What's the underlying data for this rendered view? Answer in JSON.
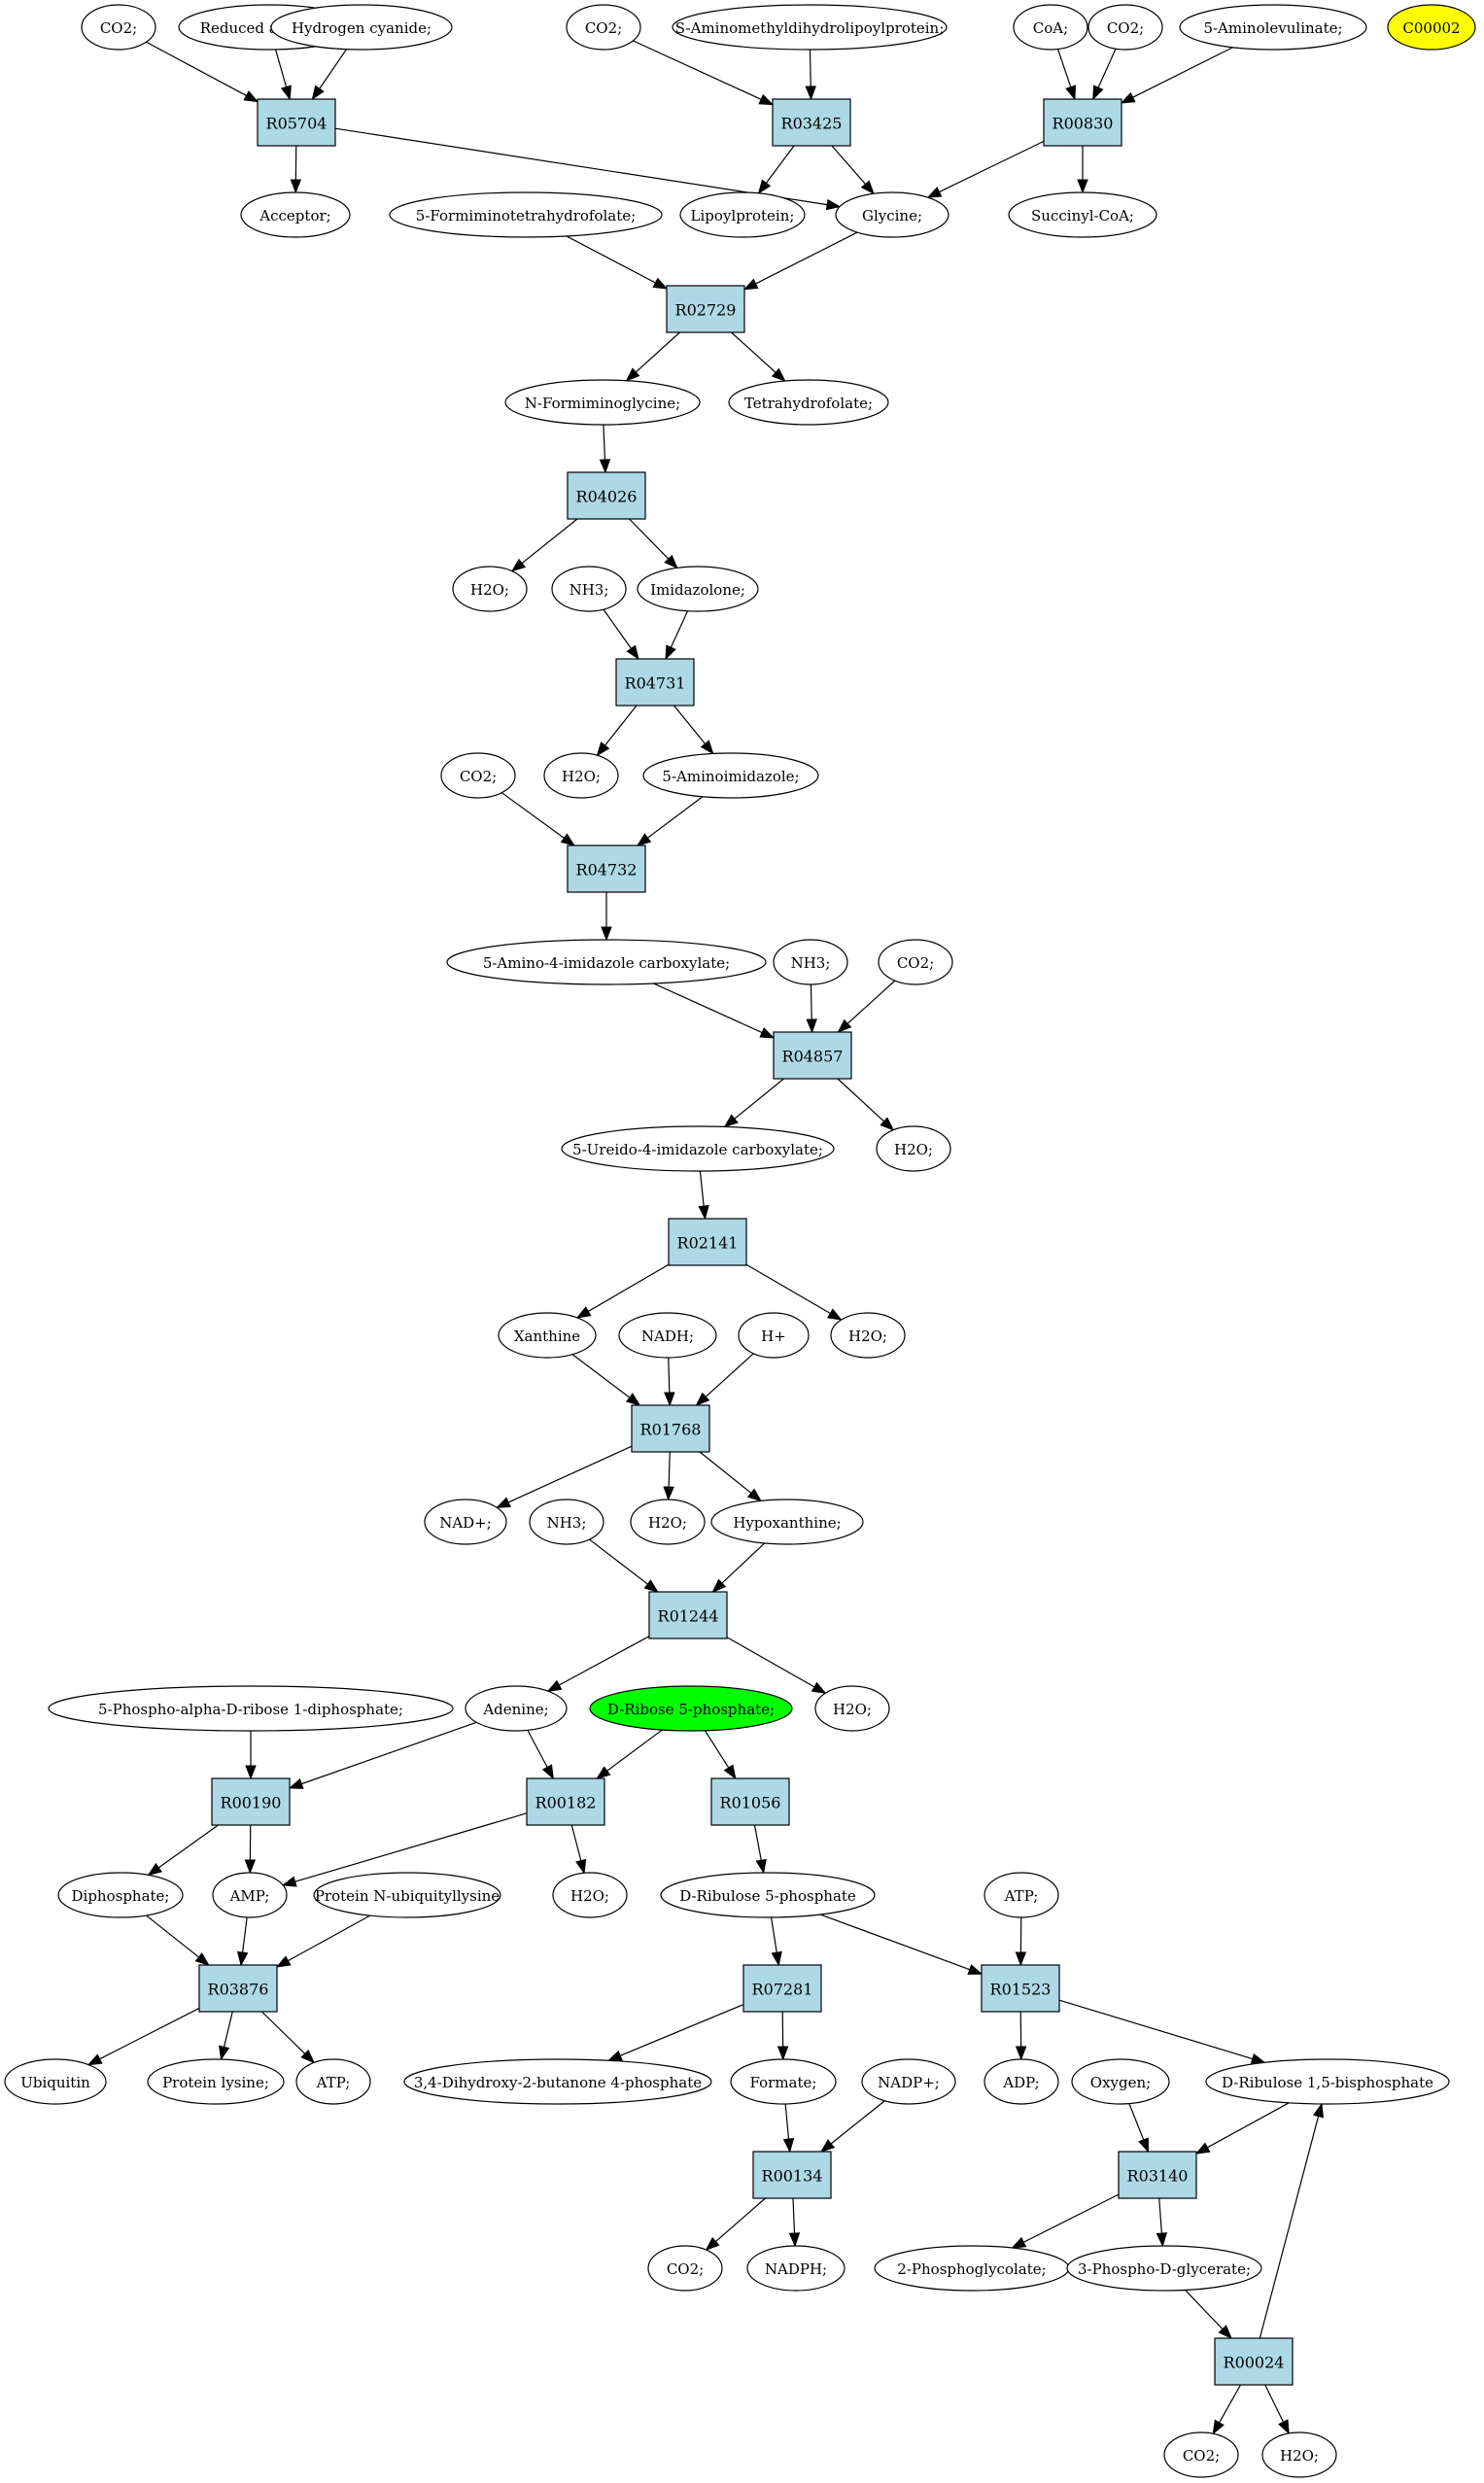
{
  "colors": {
    "reaction_fill": "#add8e6",
    "compound_fill": "#ffffff",
    "start_fill": "#00ff00",
    "orphan_fill": "#ffff00",
    "stroke": "#000000"
  },
  "compounds": [
    {
      "id": "co2_a",
      "label": "CO2;"
    },
    {
      "id": "red_acc",
      "label": "Reduced acceptor;"
    },
    {
      "id": "hcn",
      "label": "Hydrogen cyanide;"
    },
    {
      "id": "co2_b",
      "label": "CO2;"
    },
    {
      "id": "samdl",
      "label": "S-Aminomethyldihydrolipoylprotein;"
    },
    {
      "id": "coa",
      "label": "CoA;"
    },
    {
      "id": "co2_c",
      "label": "CO2;"
    },
    {
      "id": "ala",
      "label": "5-Aminolevulinate;"
    },
    {
      "id": "c00002",
      "label": "C00002",
      "style": "orphan"
    },
    {
      "id": "acceptor",
      "label": "Acceptor;"
    },
    {
      "id": "fthf",
      "label": "5-Formiminotetrahydrofolate;"
    },
    {
      "id": "lipoyl",
      "label": "Lipoylprotein;"
    },
    {
      "id": "glycine",
      "label": "Glycine;"
    },
    {
      "id": "succoa",
      "label": "Succinyl-CoA;"
    },
    {
      "id": "nfg",
      "label": "N-Formiminoglycine;"
    },
    {
      "id": "thf",
      "label": "Tetrahydrofolate;"
    },
    {
      "id": "h2o_a",
      "label": "H2O;"
    },
    {
      "id": "nh3_a",
      "label": "NH3;"
    },
    {
      "id": "imidazolone",
      "label": "Imidazolone;"
    },
    {
      "id": "h2o_b",
      "label": "H2O;"
    },
    {
      "id": "aminoimid",
      "label": "5-Aminoimidazole;"
    },
    {
      "id": "co2_d",
      "label": "CO2;"
    },
    {
      "id": "aic",
      "label": "5-Amino-4-imidazole carboxylate;"
    },
    {
      "id": "nh3_b",
      "label": "NH3;"
    },
    {
      "id": "co2_e",
      "label": "CO2;"
    },
    {
      "id": "uic",
      "label": "5-Ureido-4-imidazole carboxylate;"
    },
    {
      "id": "h2o_c",
      "label": "H2O;"
    },
    {
      "id": "xanthine",
      "label": "Xanthine"
    },
    {
      "id": "nadh",
      "label": "NADH;"
    },
    {
      "id": "hplus",
      "label": "H+"
    },
    {
      "id": "h2o_d",
      "label": "H2O;"
    },
    {
      "id": "nadplus",
      "label": "NAD+;"
    },
    {
      "id": "nh3_c",
      "label": "NH3;"
    },
    {
      "id": "h2o_e",
      "label": "H2O;"
    },
    {
      "id": "hypox",
      "label": "Hypoxanthine;"
    },
    {
      "id": "prpp",
      "label": "5-Phospho-alpha-D-ribose 1-diphosphate;"
    },
    {
      "id": "adenine",
      "label": "Adenine;"
    },
    {
      "id": "r5p",
      "label": "D-Ribose 5-phosphate;",
      "style": "start"
    },
    {
      "id": "h2o_f",
      "label": "H2O;"
    },
    {
      "id": "diphos",
      "label": "Diphosphate;"
    },
    {
      "id": "amp",
      "label": "AMP;"
    },
    {
      "id": "pnu",
      "label": "Protein N-ubiquityllysine"
    },
    {
      "id": "h2o_g",
      "label": "H2O;"
    },
    {
      "id": "ru5p",
      "label": "D-Ribulose 5-phosphate"
    },
    {
      "id": "atp_a",
      "label": "ATP;"
    },
    {
      "id": "ubiq",
      "label": "Ubiquitin"
    },
    {
      "id": "plys",
      "label": "Protein lysine;"
    },
    {
      "id": "atp_b",
      "label": "ATP;"
    },
    {
      "id": "dhbp",
      "label": "3,4-Dihydroxy-2-butanone 4-phosphate"
    },
    {
      "id": "formate",
      "label": "Formate;"
    },
    {
      "id": "nadpplus",
      "label": "NADP+;"
    },
    {
      "id": "adp",
      "label": "ADP;"
    },
    {
      "id": "oxygen",
      "label": "Oxygen;"
    },
    {
      "id": "rubp",
      "label": "D-Ribulose 1,5-bisphosphate"
    },
    {
      "id": "co2_f",
      "label": "CO2;"
    },
    {
      "id": "nadph",
      "label": "NADPH;"
    },
    {
      "id": "pglycolate",
      "label": "2-Phosphoglycolate;"
    },
    {
      "id": "pga",
      "label": "3-Phospho-D-glycerate;"
    },
    {
      "id": "co2_g",
      "label": "CO2;"
    },
    {
      "id": "h2o_h",
      "label": "H2O;"
    }
  ],
  "reactions": [
    {
      "id": "R05704",
      "label": "R05704"
    },
    {
      "id": "R03425",
      "label": "R03425"
    },
    {
      "id": "R00830",
      "label": "R00830"
    },
    {
      "id": "R02729",
      "label": "R02729"
    },
    {
      "id": "R04026",
      "label": "R04026"
    },
    {
      "id": "R04731",
      "label": "R04731"
    },
    {
      "id": "R04732",
      "label": "R04732"
    },
    {
      "id": "R04857",
      "label": "R04857"
    },
    {
      "id": "R02141",
      "label": "R02141"
    },
    {
      "id": "R01768",
      "label": "R01768"
    },
    {
      "id": "R01244",
      "label": "R01244"
    },
    {
      "id": "R00190",
      "label": "R00190"
    },
    {
      "id": "R00182",
      "label": "R00182"
    },
    {
      "id": "R01056",
      "label": "R01056"
    },
    {
      "id": "R03876",
      "label": "R03876"
    },
    {
      "id": "R07281",
      "label": "R07281"
    },
    {
      "id": "R01523",
      "label": "R01523"
    },
    {
      "id": "R00134",
      "label": "R00134"
    },
    {
      "id": "R03140",
      "label": "R03140"
    },
    {
      "id": "R00024",
      "label": "R00024"
    }
  ],
  "edges": [
    [
      "co2_a",
      "R05704"
    ],
    [
      "red_acc",
      "R05704"
    ],
    [
      "hcn",
      "R05704"
    ],
    [
      "R05704",
      "acceptor"
    ],
    [
      "R05704",
      "glycine"
    ],
    [
      "co2_b",
      "R03425"
    ],
    [
      "samdl",
      "R03425"
    ],
    [
      "R03425",
      "lipoyl"
    ],
    [
      "R03425",
      "glycine"
    ],
    [
      "coa",
      "R00830"
    ],
    [
      "co2_c",
      "R00830"
    ],
    [
      "ala",
      "R00830"
    ],
    [
      "R00830",
      "glycine"
    ],
    [
      "R00830",
      "succoa"
    ],
    [
      "fthf",
      "R02729"
    ],
    [
      "glycine",
      "R02729"
    ],
    [
      "R02729",
      "nfg"
    ],
    [
      "R02729",
      "thf"
    ],
    [
      "nfg",
      "R04026"
    ],
    [
      "R04026",
      "h2o_a"
    ],
    [
      "R04026",
      "imidazolone"
    ],
    [
      "nh3_a",
      "R04731"
    ],
    [
      "imidazolone",
      "R04731"
    ],
    [
      "R04731",
      "h2o_b"
    ],
    [
      "R04731",
      "aminoimid"
    ],
    [
      "co2_d",
      "R04732"
    ],
    [
      "aminoimid",
      "R04732"
    ],
    [
      "R04732",
      "aic"
    ],
    [
      "aic",
      "R04857"
    ],
    [
      "nh3_b",
      "R04857"
    ],
    [
      "co2_e",
      "R04857"
    ],
    [
      "R04857",
      "uic"
    ],
    [
      "R04857",
      "h2o_c"
    ],
    [
      "uic",
      "R02141"
    ],
    [
      "R02141",
      "xanthine"
    ],
    [
      "R02141",
      "h2o_d"
    ],
    [
      "xanthine",
      "R01768"
    ],
    [
      "nadh",
      "R01768"
    ],
    [
      "hplus",
      "R01768"
    ],
    [
      "R01768",
      "nadplus"
    ],
    [
      "R01768",
      "h2o_e"
    ],
    [
      "R01768",
      "hypox"
    ],
    [
      "nh3_c",
      "R01244"
    ],
    [
      "hypox",
      "R01244"
    ],
    [
      "R01244",
      "adenine"
    ],
    [
      "R01244",
      "h2o_f"
    ],
    [
      "prpp",
      "R00190"
    ],
    [
      "adenine",
      "R00190"
    ],
    [
      "R00190",
      "diphos"
    ],
    [
      "R00190",
      "amp"
    ],
    [
      "adenine",
      "R00182"
    ],
    [
      "r5p",
      "R00182"
    ],
    [
      "R00182",
      "amp"
    ],
    [
      "R00182",
      "h2o_g"
    ],
    [
      "r5p",
      "R01056"
    ],
    [
      "R01056",
      "ru5p"
    ],
    [
      "diphos",
      "R03876"
    ],
    [
      "amp",
      "R03876"
    ],
    [
      "pnu",
      "R03876"
    ],
    [
      "R03876",
      "ubiq"
    ],
    [
      "R03876",
      "plys"
    ],
    [
      "R03876",
      "atp_b"
    ],
    [
      "ru5p",
      "R07281"
    ],
    [
      "R07281",
      "dhbp"
    ],
    [
      "R07281",
      "formate"
    ],
    [
      "ru5p",
      "R01523"
    ],
    [
      "atp_a",
      "R01523"
    ],
    [
      "R01523",
      "adp"
    ],
    [
      "R01523",
      "rubp"
    ],
    [
      "formate",
      "R00134"
    ],
    [
      "nadpplus",
      "R00134"
    ],
    [
      "R00134",
      "co2_f"
    ],
    [
      "R00134",
      "nadph"
    ],
    [
      "oxygen",
      "R03140"
    ],
    [
      "rubp",
      "R03140"
    ],
    [
      "R03140",
      "pglycolate"
    ],
    [
      "R03140",
      "pga"
    ],
    [
      "pga",
      "R00024"
    ],
    [
      "R00024",
      "co2_g"
    ],
    [
      "R00024",
      "h2o_h"
    ],
    [
      "R00024",
      "rubp"
    ]
  ]
}
